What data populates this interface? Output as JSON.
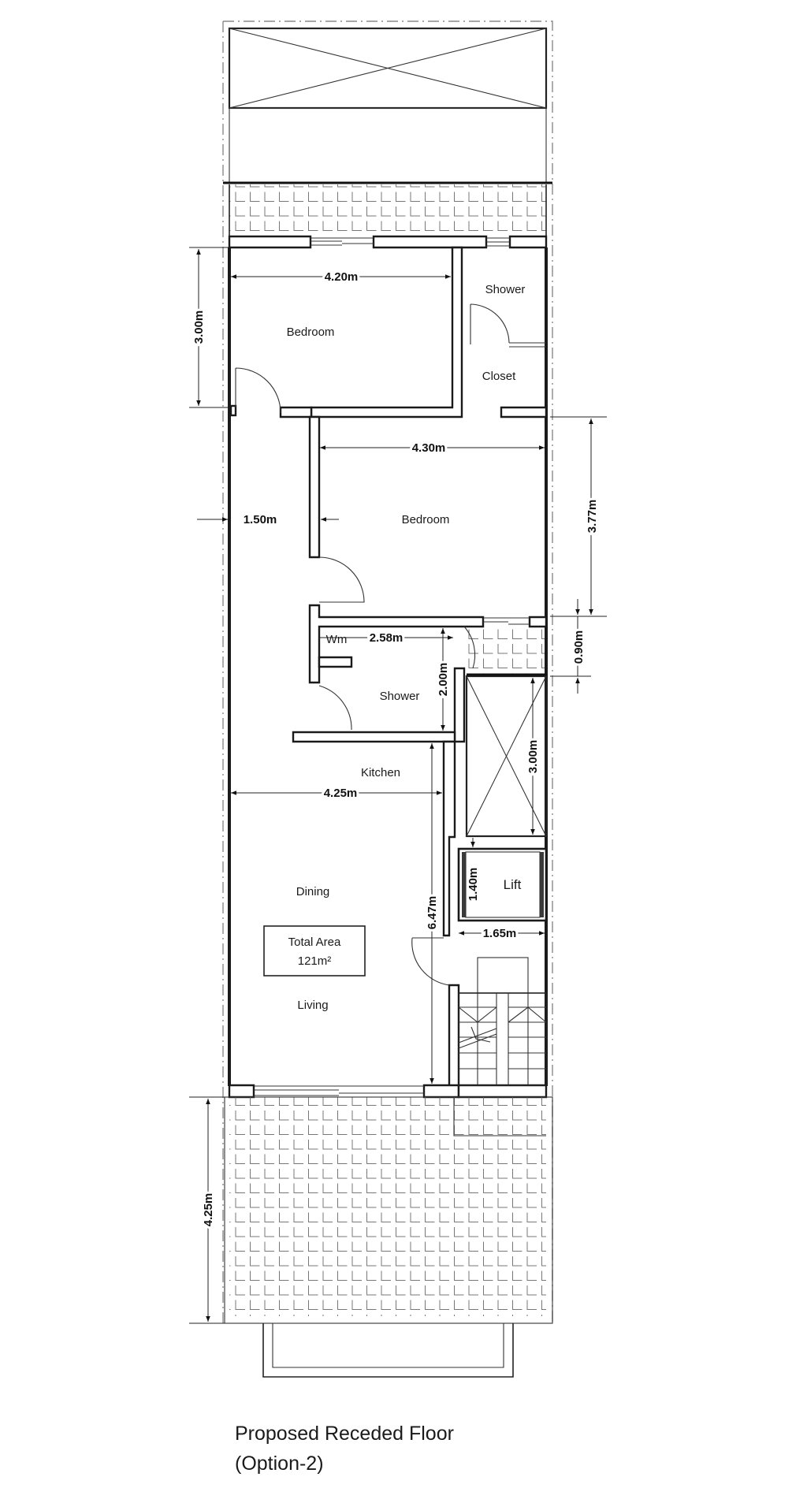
{
  "drawing": {
    "title_line1": "Proposed Receded Floor",
    "title_line2": "(Option-2)",
    "total_area_label": "Total Area",
    "total_area_value": "121m²"
  },
  "rooms": {
    "bedroom_1": "Bedroom",
    "shower_1": "Shower",
    "closet": "Closet",
    "bedroom_2": "Bedroom",
    "wm": "Wm",
    "shower_2": "Shower",
    "kitchen": "Kitchen",
    "dining": "Dining",
    "living": "Living",
    "lift": "Lift"
  },
  "dimensions": {
    "bedroom_1_width": "4.20m",
    "bedroom_1_depth": "3.00m",
    "bedroom_2_width": "4.30m",
    "bedroom_2_depth": "3.77m",
    "corridor_width": "1.50m",
    "shower_2_width": "2.58m",
    "shower_2_depth": "2.00m",
    "gap_depth": "0.90m",
    "void_depth": "3.00m",
    "kitchen_width": "4.25m",
    "living_depth": "6.47m",
    "lift_depth": "1.40m",
    "lift_width": "1.65m",
    "terrace_depth": "4.25m"
  }
}
